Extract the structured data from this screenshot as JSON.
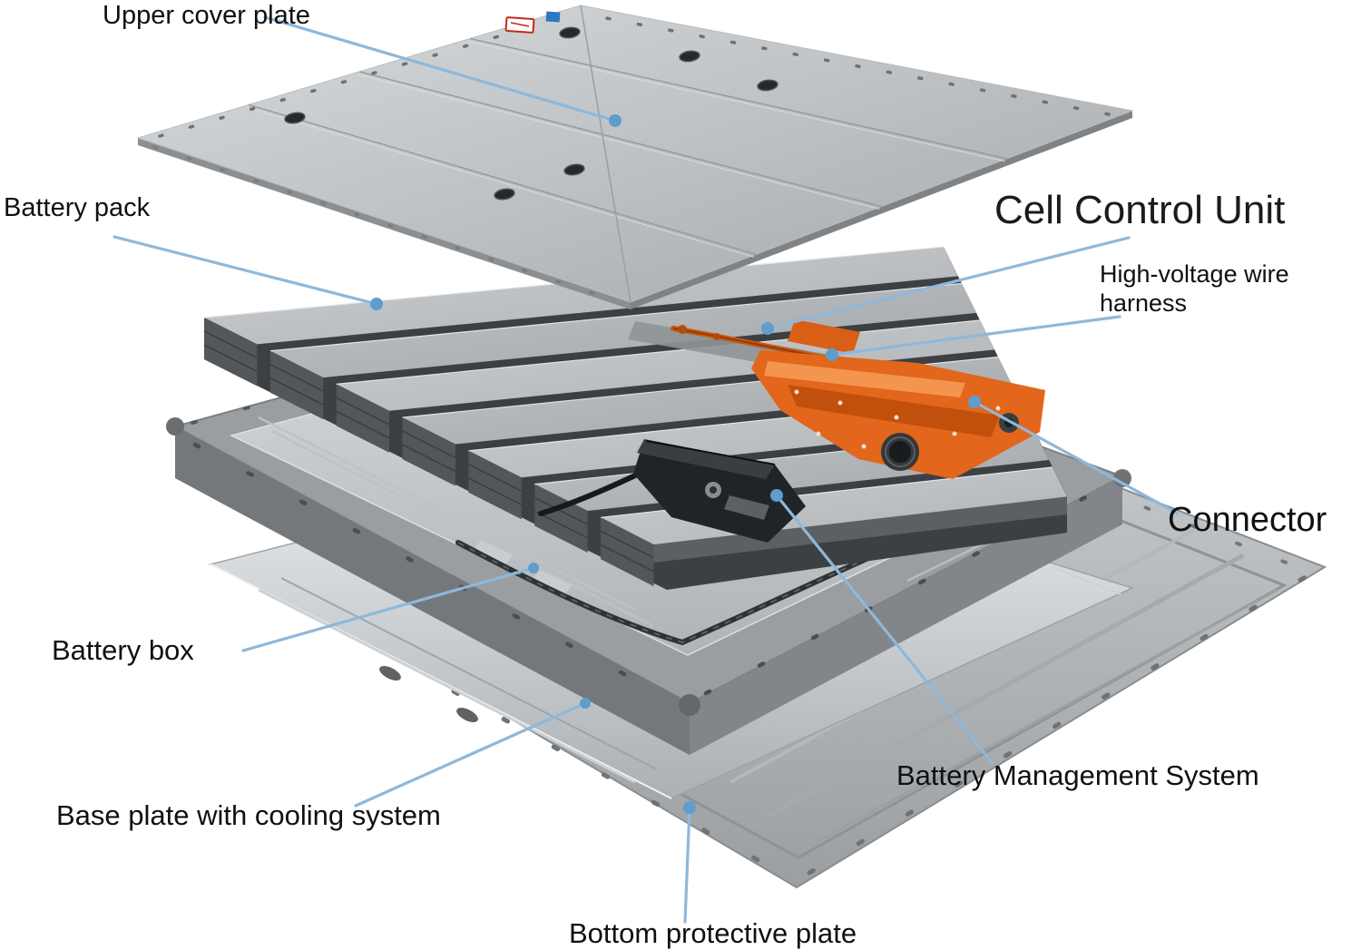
{
  "labels": {
    "upper_cover_plate": "Upper cover plate",
    "battery_pack": "Battery pack",
    "cell_control_unit": "Cell Control Unit",
    "high_voltage_wire_harness": "High-voltage wire harness",
    "connector": "Connector",
    "battery_box": "Battery box",
    "base_plate_cooling": "Base plate with cooling system",
    "battery_management_system": "Battery Management System",
    "bottom_protective_plate": "Bottom protective plate"
  },
  "colors": {
    "leader_line": "#8fb8da",
    "callout_dot": "#5e9dcd",
    "accent_orange": "#e2661b"
  }
}
